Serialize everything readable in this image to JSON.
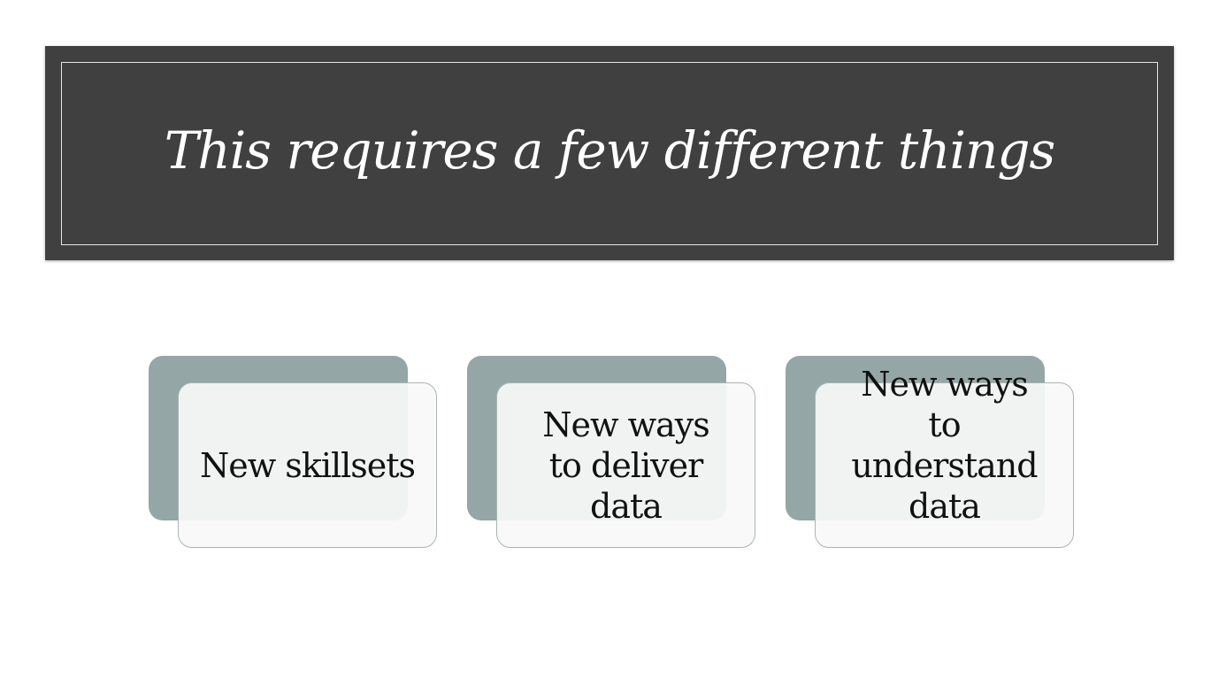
{
  "slide": {
    "title": "This requires a few different things",
    "cards": [
      {
        "label": "New skillsets"
      },
      {
        "label": "New ways to deliver data"
      },
      {
        "label": "New ways to understand data"
      }
    ]
  },
  "colors": {
    "banner_background": "#404040",
    "banner_text": "#ffffff",
    "card_back": "#94a6a6",
    "card_front": "#f6f7f6",
    "card_border": "#a8b5b5"
  }
}
